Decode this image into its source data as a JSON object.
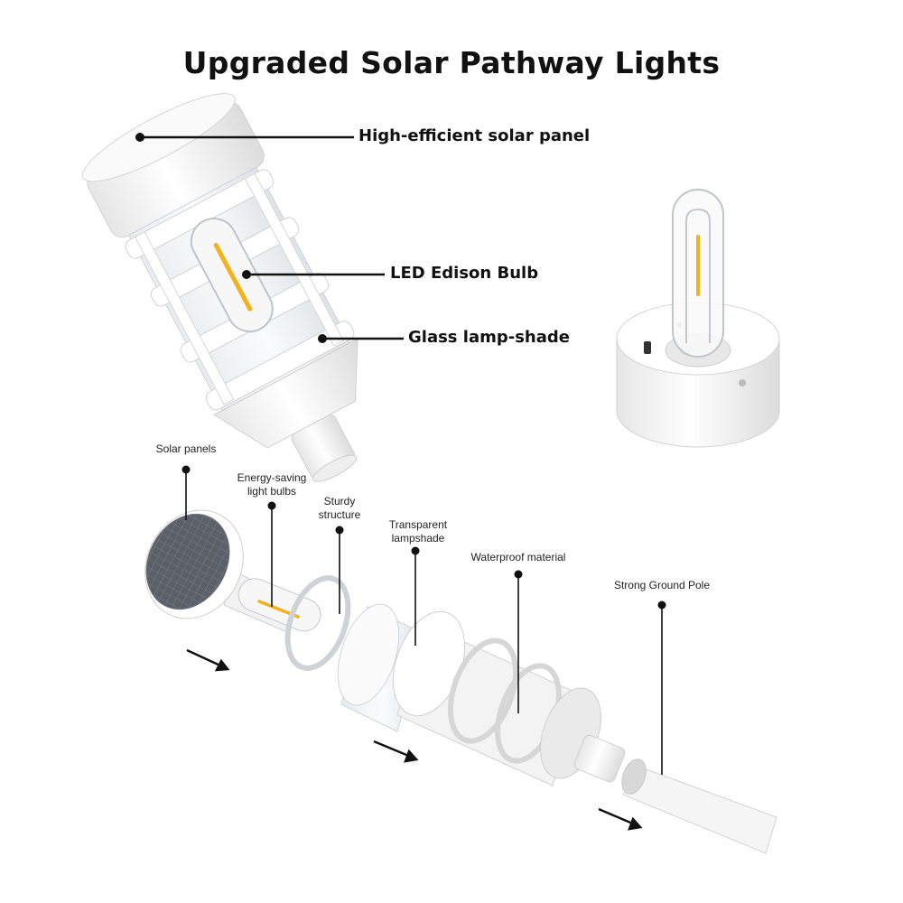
{
  "title": "Upgraded Solar Pathway Lights",
  "callouts_top": {
    "solar_panel": "High-efficient solar panel",
    "bulb": "LED Edison Bulb",
    "shade": "Glass lamp-shade"
  },
  "callouts_bottom": {
    "solar_panels": "Solar panels",
    "bulbs_line1": "Energy-saving",
    "bulbs_line2": "light bulbs",
    "structure_line1": "Sturdy",
    "structure_line2": "structure",
    "lampshade_line1": "Transparent",
    "lampshade_line2": "lampshade",
    "waterproof": "Waterproof material",
    "ground_pole": "Strong Ground Pole"
  },
  "colors": {
    "filament": "#f2b21b",
    "solar_cell": "#5b6068",
    "body": "#f4f4f4",
    "outline": "#d4d4d4"
  }
}
